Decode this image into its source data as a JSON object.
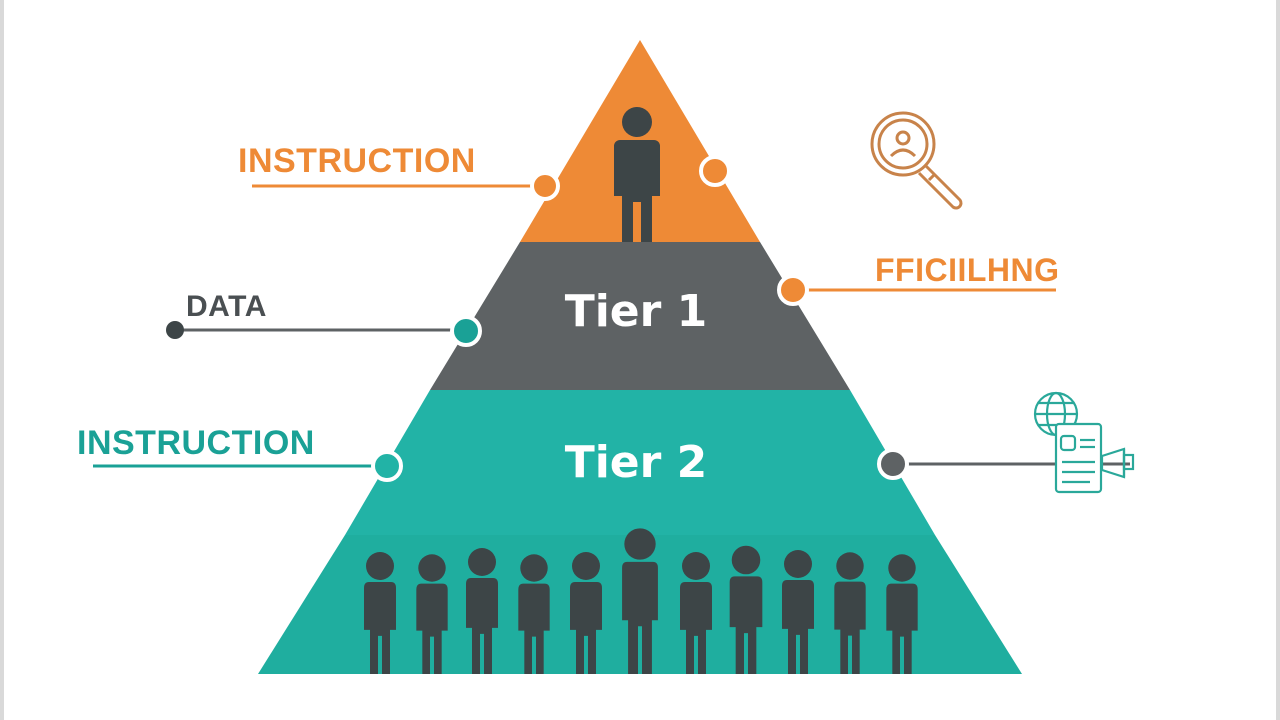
{
  "colors": {
    "orange": "#ee8a36",
    "gray": "#5e6264",
    "teal": "#22b3a6",
    "teal_dark": "#1aa196",
    "silhouette": "#3d4547"
  },
  "pyramid": {
    "tiers": [
      {
        "label": "",
        "color": "orange",
        "icon": "person-icon"
      },
      {
        "label": "Tier 1",
        "color": "gray"
      },
      {
        "label": "Tier 2",
        "color": "teal"
      },
      {
        "label": "",
        "color": "teal",
        "icon": "group-of-people-icon"
      }
    ]
  },
  "callouts": {
    "left_top": "INSTRUCTION",
    "left_middle": "DATA",
    "left_bottom": "INSTRUCTION",
    "right_top": "FFICIILHNG"
  },
  "icons": {
    "right_top": "magnifier-person-icon",
    "right_bottom": "globe-document-icon"
  }
}
